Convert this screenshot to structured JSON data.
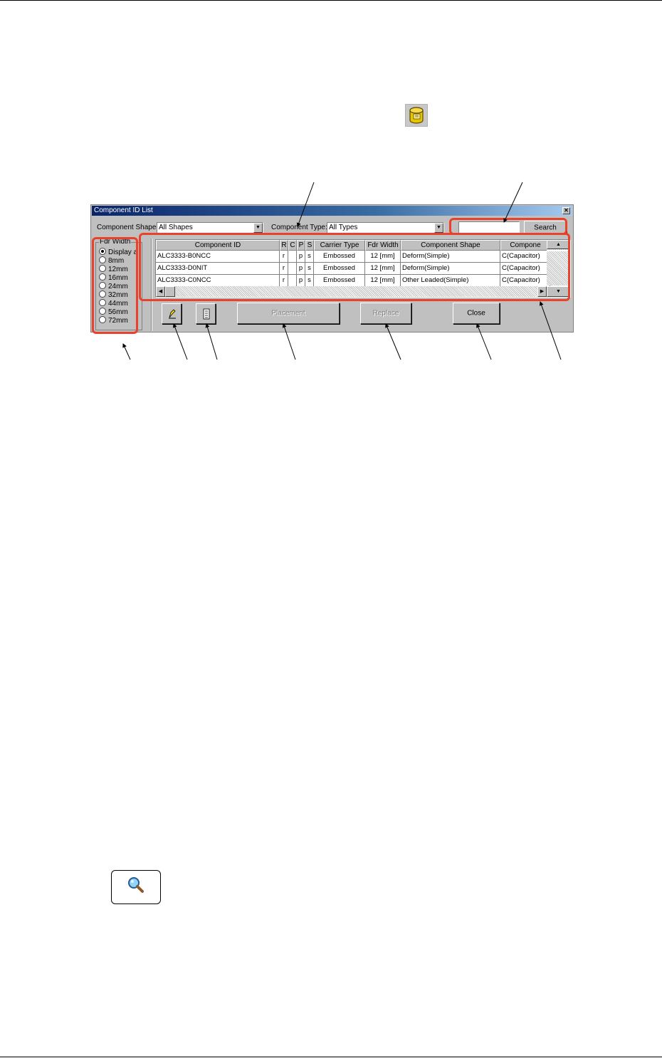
{
  "dialog": {
    "title": "Component ID List",
    "shape_label": "Component Shape:",
    "shape_value": "All Shapes",
    "type_label": "Component Type:",
    "type_value": "All Types",
    "search_value": "",
    "search_button": "Search"
  },
  "fdr_width": {
    "title": "Fdr Width",
    "options": [
      "Display a",
      "8mm",
      "12mm",
      "16mm",
      "24mm",
      "32mm",
      "44mm",
      "56mm",
      "72mm"
    ],
    "selected": "Display a"
  },
  "grid": {
    "columns": [
      "Component ID",
      "R",
      "C",
      "P",
      "S",
      "Carrier Type",
      "Fdr Width",
      "Component Shape",
      "Compone"
    ],
    "rows": [
      [
        "ALC3333-B0NCC",
        "r",
        "",
        "p",
        "s",
        "Embossed",
        "12 [mm]",
        "Deform(Simple)",
        "C(Capacitor)"
      ],
      [
        "ALC3333-D0NIT",
        "r",
        "",
        "p",
        "s",
        "Embossed",
        "12 [mm]",
        "Deform(Simple)",
        "C(Capacitor)"
      ],
      [
        "ALC3333-C0NCC",
        "r",
        "",
        "p",
        "s",
        "Embossed",
        "12 [mm]",
        "Other Leaded(Simple)",
        "C(Capacitor)"
      ]
    ]
  },
  "buttons": {
    "placement": "Placement",
    "replace": "Replace",
    "close": "Close"
  },
  "icons": {
    "database": "database-icon",
    "zoom": "magnifier-icon",
    "edit": "pencil-icon",
    "list": "list-icon"
  },
  "colors": {
    "highlight": "#e8412c",
    "titlebar": "#0a246a",
    "dialog_bg": "#c0c0c0"
  }
}
